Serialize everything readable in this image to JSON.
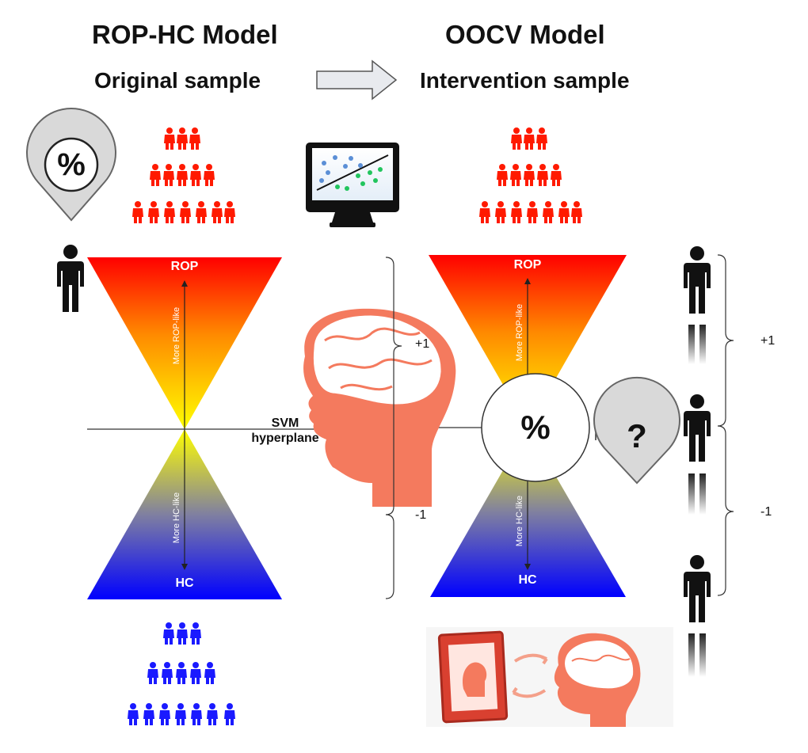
{
  "left_model": {
    "title": "ROP-HC Model",
    "subtitle": "Original  sample"
  },
  "right_model": {
    "title": "OOCV Model",
    "subtitle": "Intervention sample"
  },
  "left_triangle": {
    "top_label": "ROP",
    "bottom_label": "HC",
    "up_axis": "More ROP-like",
    "down_axis": "More HC-like"
  },
  "right_triangle": {
    "top_label": "ROP",
    "bottom_label": "HC",
    "up_axis": "More ROP-like",
    "down_axis": "More HC-like"
  },
  "hyperplane_label": "SVM\nhyperplane",
  "center_scale": {
    "plus": "+1",
    "minus": "-1"
  },
  "right_scale": {
    "plus": "+1",
    "minus": "-1"
  },
  "percent_pin_symbol": "%",
  "percent_circle_symbol": "%",
  "question_pin_symbol": "?",
  "colors": {
    "rop_group": "#ff1a00",
    "hc_group": "#1a1aff",
    "brain": "#f47a5e",
    "top": "#ff0000",
    "mid": "#ffff00",
    "bottom": "#0000ff"
  }
}
